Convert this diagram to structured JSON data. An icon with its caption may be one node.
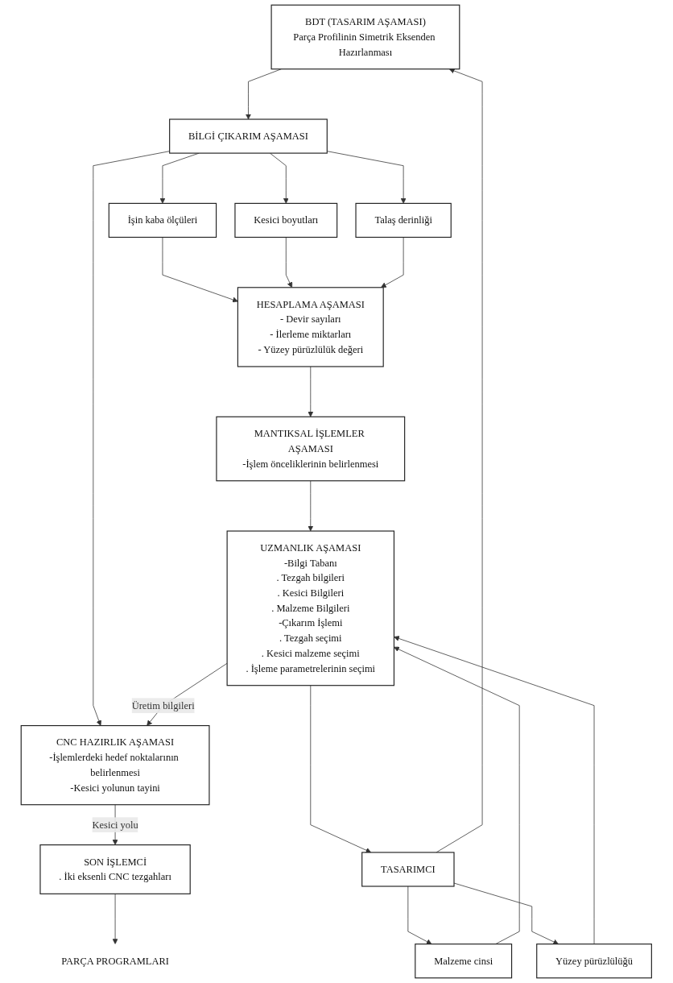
{
  "diagram": {
    "nodes": [
      {
        "text": [
          "BDT (TASARIM AŞAMASI)",
          "Parça Profilinin Simetrik Eksenden Hazırlanması"
        ]
      },
      {
        "text": [
          "TASARIMCI"
        ]
      },
      {
        "text": [
          "CNC HAZIRLIK AŞAMASI",
          "-İşlemlerdeki hedef noktalarının belirlenmesi",
          "-Kesici yolunun tayini"
        ]
      },
      {
        "text": [
          "BİLGİ ÇIKARIM AŞAMASI"
        ]
      },
      {
        "text": [
          "Malzeme cinsi"
        ]
      },
      {
        "text": [
          "Yüzey pürüzlülüğü"
        ]
      },
      {
        "text": [
          "İşin kaba ölçüleri"
        ]
      },
      {
        "text": [
          "Kesici boyutları"
        ]
      },
      {
        "text": [
          "Talaş derinliği"
        ]
      },
      {
        "text": [
          "HESAPLAMA AŞAMASI",
          "- Devir sayıları",
          "- İlerleme miktarları",
          "- Yüzey pürüzlülük değeri"
        ]
      },
      {
        "text": [
          "MANTIKSAL İŞLEMLER AŞAMASI",
          "-İşlem önceliklerinin belirlenmesi"
        ]
      },
      {
        "text": [
          "UZMANLIK AŞAMASI",
          "-Bilgi Tabanı",
          ". Tezgah bilgileri",
          ". Kesici Bilgileri",
          ". Malzeme Bilgileri",
          "-Çıkarım İşlemi",
          ". Tezgah seçimi",
          ". Kesici malzeme seçimi",
          ". İşleme parametrelerinin seçimi"
        ]
      },
      {
        "text": [
          "SON İŞLEMCİ",
          ". İki eksenli CNC tezgahları"
        ]
      },
      {
        "text": [
          "PARÇA PROGRAMLARI"
        ]
      }
    ],
    "edges": [
      {
        "from": 1,
        "to": 0,
        "arrow": "to"
      },
      {
        "from": 0,
        "to": 3,
        "arrow": "to"
      },
      {
        "from": 1,
        "to": 4,
        "arrow": "to"
      },
      {
        "from": 1,
        "to": 5,
        "arrow": "to"
      },
      {
        "from": 3,
        "to": 2,
        "arrow": "to"
      },
      {
        "from": 3,
        "to": 6,
        "arrow": "to"
      },
      {
        "from": 3,
        "to": 7,
        "arrow": "to"
      },
      {
        "from": 3,
        "to": 8,
        "arrow": "to"
      },
      {
        "from": 6,
        "to": 9,
        "arrow": "to"
      },
      {
        "from": 7,
        "to": 9,
        "arrow": "to"
      },
      {
        "from": 8,
        "to": 9,
        "arrow": "to"
      },
      {
        "from": 9,
        "to": 10,
        "arrow": "to"
      },
      {
        "from": 10,
        "to": 11,
        "arrow": "to"
      },
      {
        "from": 5,
        "to": 11,
        "arrow": "to"
      },
      {
        "from": 4,
        "to": 11,
        "arrow": "to"
      },
      {
        "from": 11,
        "to": 1,
        "arrow": "to"
      },
      {
        "from": 11,
        "to": 2,
        "arrow": "to",
        "label": "Üretim bilgileri"
      },
      {
        "from": 2,
        "to": 12,
        "arrow": "to",
        "label": "Kesici yolu"
      },
      {
        "from": 12,
        "to": 13,
        "arrow": "to"
      }
    ]
  }
}
